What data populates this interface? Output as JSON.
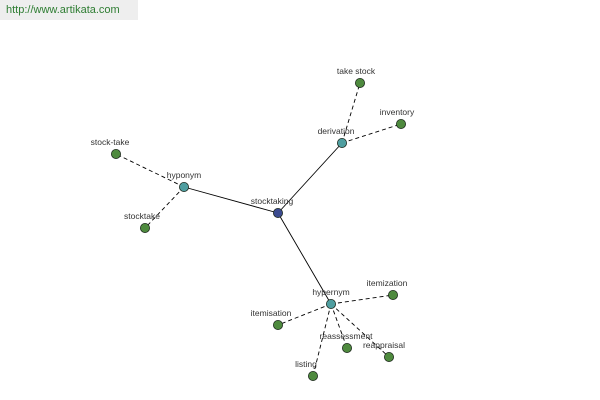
{
  "site_url": "http://www.artikata.com",
  "colors": {
    "root": "#3b4a8f",
    "relation": "#4f9ea0",
    "leaf": "#4e8a3e",
    "edge": "#000000",
    "url_text": "#2e7d32"
  },
  "graph": {
    "nodes": [
      {
        "id": "stocktaking",
        "label": "stocktaking",
        "kind": "root"
      },
      {
        "id": "hyponym",
        "label": "hyponym",
        "kind": "relation"
      },
      {
        "id": "derivation",
        "label": "derivation",
        "kind": "relation"
      },
      {
        "id": "hypernym",
        "label": "hypernym",
        "kind": "relation"
      },
      {
        "id": "stock-take",
        "label": "stock-take",
        "kind": "leaf"
      },
      {
        "id": "stocktake",
        "label": "stocktake",
        "kind": "leaf"
      },
      {
        "id": "take-stock",
        "label": "take stock",
        "kind": "leaf"
      },
      {
        "id": "inventory",
        "label": "inventory",
        "kind": "leaf"
      },
      {
        "id": "itemization",
        "label": "itemization",
        "kind": "leaf"
      },
      {
        "id": "itemisation",
        "label": "itemisation",
        "kind": "leaf"
      },
      {
        "id": "reassessment",
        "label": "reassessment",
        "kind": "leaf"
      },
      {
        "id": "reappraisal",
        "label": "reappraisal",
        "kind": "leaf"
      },
      {
        "id": "listing",
        "label": "listing",
        "kind": "leaf"
      }
    ],
    "edges": [
      {
        "from": "stocktaking",
        "to": "hyponym",
        "style": "solid"
      },
      {
        "from": "stocktaking",
        "to": "derivation",
        "style": "solid"
      },
      {
        "from": "stocktaking",
        "to": "hypernym",
        "style": "solid"
      },
      {
        "from": "hyponym",
        "to": "stock-take",
        "style": "dashed"
      },
      {
        "from": "hyponym",
        "to": "stocktake",
        "style": "dashed"
      },
      {
        "from": "derivation",
        "to": "take-stock",
        "style": "dashed"
      },
      {
        "from": "derivation",
        "to": "inventory",
        "style": "dashed"
      },
      {
        "from": "hypernym",
        "to": "itemization",
        "style": "dashed"
      },
      {
        "from": "hypernym",
        "to": "itemisation",
        "style": "dashed"
      },
      {
        "from": "hypernym",
        "to": "reassessment",
        "style": "dashed"
      },
      {
        "from": "hypernym",
        "to": "reappraisal",
        "style": "dashed"
      },
      {
        "from": "hypernym",
        "to": "listing",
        "style": "dashed"
      }
    ]
  }
}
